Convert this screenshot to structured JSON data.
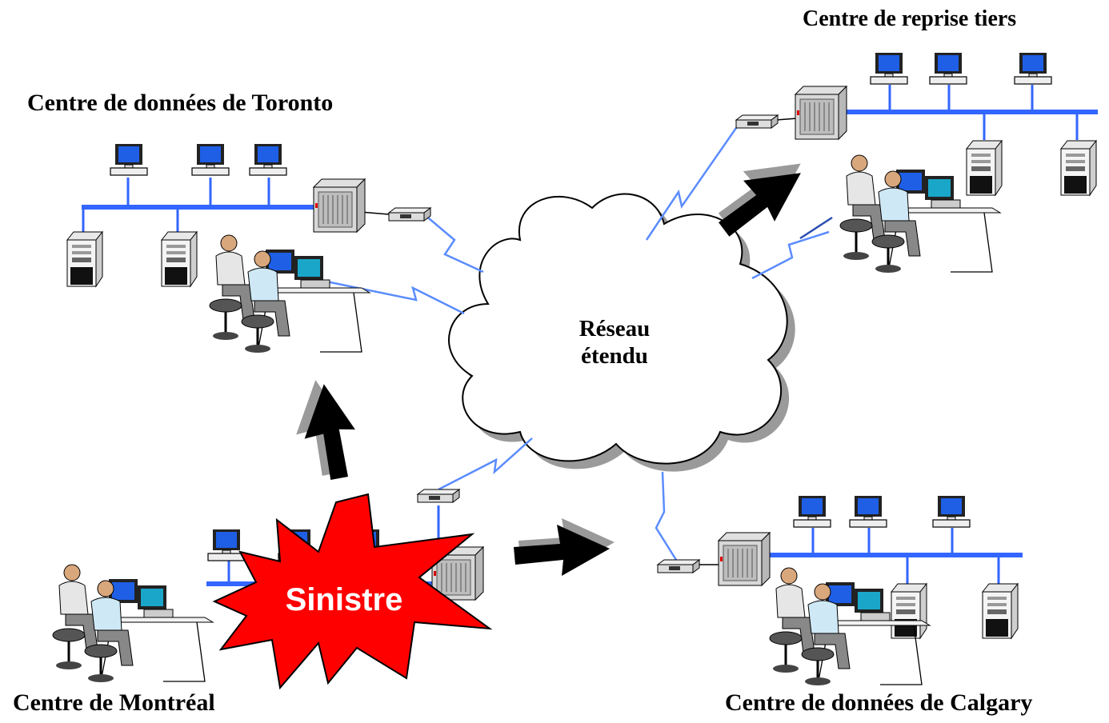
{
  "sites": {
    "toronto": "Centre de données de Toronto",
    "tiers": "Centre de reprise tiers",
    "montreal": "Centre de Montréal",
    "calgary": "Centre de données de Calgary"
  },
  "network": {
    "line1": "Réseau",
    "line2": "étendu"
  },
  "disaster": {
    "label": "Sinistre"
  },
  "colors": {
    "lan": "#3366ff",
    "wan_link": "#5b8cff",
    "screen": "#1f5fe6",
    "disaster": "#ff0000",
    "arrow": "#000000",
    "arrow_shadow": "#999999"
  }
}
